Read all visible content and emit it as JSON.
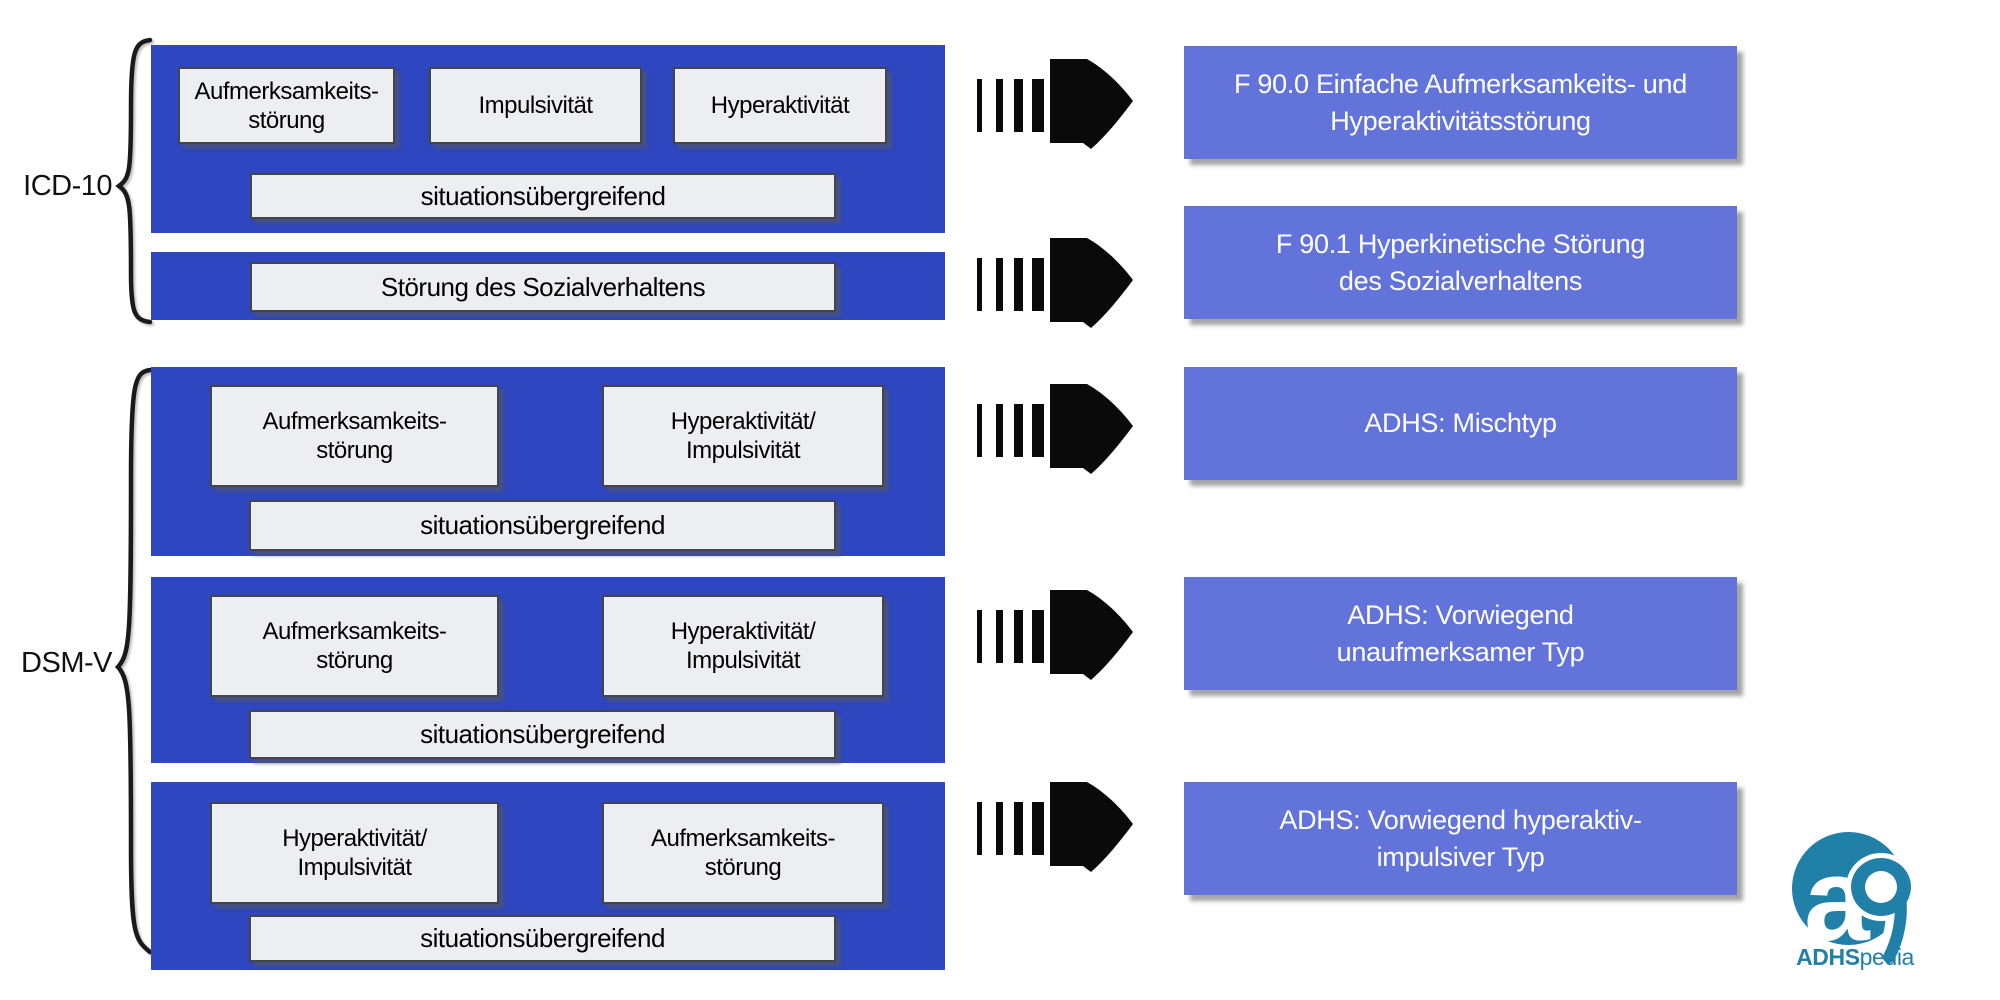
{
  "title_labels": {
    "icd": "ICD-10",
    "dsm": "DSM-V"
  },
  "icd": {
    "row1": {
      "criteria": [
        "Aufmerksamkeits-\nstörung",
        "Impulsivität",
        "Hyperaktivität"
      ],
      "banner": "situationsübergreifend"
    },
    "row2": {
      "banner": "Störung des Sozialverhaltens"
    }
  },
  "dsm": {
    "row1": {
      "criteria": [
        "Aufmerksamkeits-\nstörung",
        "Hyperaktivität/\nImpulsivität"
      ],
      "banner": "situationsübergreifend"
    },
    "row2": {
      "criteria": [
        "Aufmerksamkeits-\nstörung",
        "Hyperaktivität/\nImpulsivität"
      ],
      "banner": "situationsübergreifend"
    },
    "row3": {
      "criteria": [
        "Hyperaktivität/\nImpulsivität",
        "Aufmerksamkeits-\nstörung"
      ],
      "banner": "situationsübergreifend"
    }
  },
  "diagnoses": [
    "F 90.0 Einfache Aufmerksamkeits- und\nHyperaktivitätsstörung",
    "F 90.1 Hyperkinetische Störung\ndes Sozialverhaltens",
    "ADHS: Mischtyp",
    "ADHS: Vorwiegend\nunaufmerksamer Typ",
    "ADHS: Vorwiegend hyperaktiv-\nimpulsiver Typ"
  ],
  "logo": {
    "brand_strong": "ADHS",
    "brand_light": "pedia"
  },
  "palette": {
    "container_blue": "#2E46C0",
    "result_blue": "#6273D9",
    "chip_bg": "#EDEEF2",
    "logo_teal": "#2080A8",
    "arrow_black": "#0a0a0a"
  }
}
